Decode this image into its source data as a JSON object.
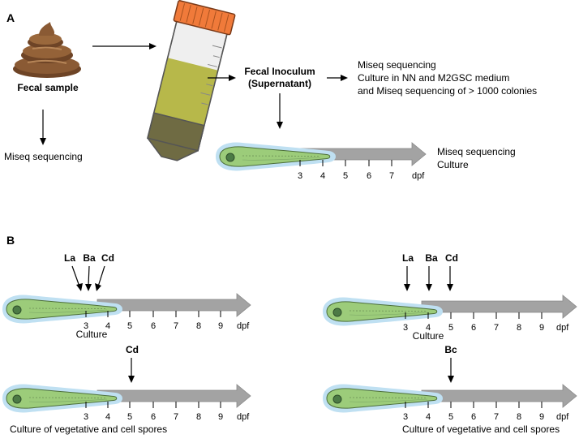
{
  "panel_a": {
    "label": "A",
    "fecal_sample": "Fecal sample",
    "fecal_inoculum_line1": "Fecal Inoculum",
    "fecal_inoculum_line2": "(Supernatant)",
    "miseq_left": "Miseq sequencing",
    "right_text": [
      "Miseq sequencing",
      "Culture in NN and M2GSC medium",
      "and Miseq sequencing of > 1000 colonies"
    ],
    "fish_text": [
      "Miseq sequencing",
      "Culture"
    ],
    "ticks": [
      "3",
      "4",
      "5",
      "6",
      "7"
    ],
    "dpf": "dpf"
  },
  "panel_b": {
    "label": "B",
    "ticks": [
      "3",
      "4",
      "5",
      "6",
      "7",
      "8",
      "9"
    ],
    "dpf": "dpf",
    "top_left": {
      "markers": [
        "La",
        "Ba",
        "Cd"
      ],
      "caption": "Culture"
    },
    "top_right": {
      "markers": [
        "La",
        "Ba",
        "Cd"
      ],
      "caption": "Culture"
    },
    "bottom_left": {
      "markers": [
        "Cd"
      ],
      "caption": "Culture of vegetative and cell spores"
    },
    "bottom_right": {
      "markers": [
        "Bc"
      ],
      "caption": "Culture of vegetative and cell spores"
    }
  },
  "colors": {
    "arrow_gray": "#a3a3a3",
    "larva_green": "#9ccc7a",
    "larva_glow": "#bfe0f2",
    "poop_brown": "#8a5a34",
    "tube_cap": "#f07a3a",
    "tube_liquid": "#b7b84a",
    "tube_pellet": "#6f6b43"
  }
}
